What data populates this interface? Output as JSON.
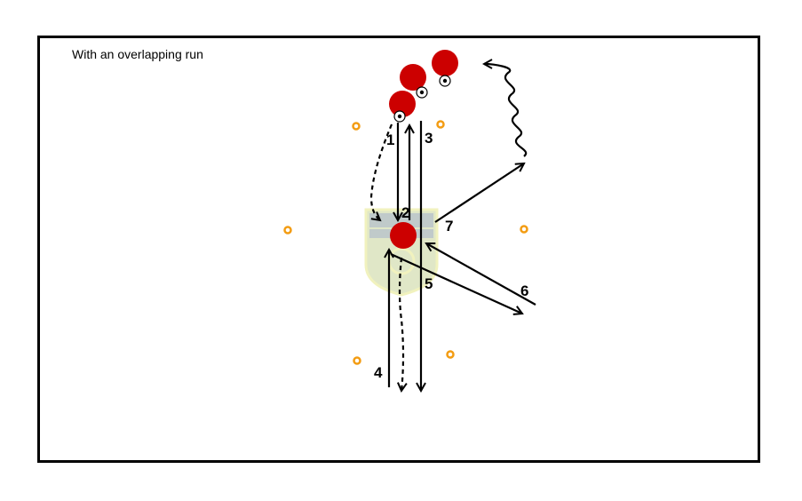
{
  "title": "With an overlapping run",
  "step_labels": [
    "1",
    "2",
    "3",
    "4",
    "5",
    "6",
    "7"
  ],
  "colors": {
    "player": "#cc0000",
    "cone": "#f39c12",
    "line": "#000000",
    "border": "#000000",
    "watermark": "#c8d49a"
  },
  "icons": [
    "player-icon",
    "soccer-ball-icon",
    "cone-icon",
    "logo-watermark-icon"
  ]
}
